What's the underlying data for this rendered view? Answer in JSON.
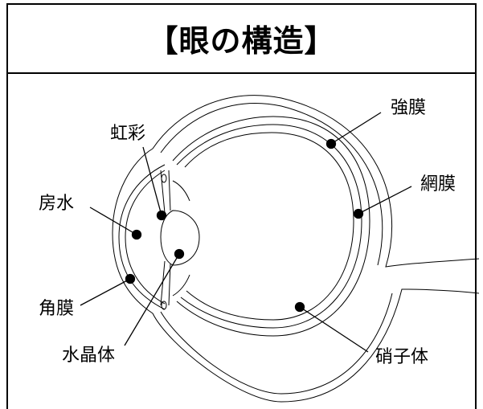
{
  "title": "【眼の構造】",
  "labels": {
    "sclera": "強膜",
    "iris": "虹彩",
    "retina": "網膜",
    "aqueous": "房水",
    "cornea": "角膜",
    "lens": "水晶体",
    "vitreous": "硝子体"
  },
  "colors": {
    "line": "#000000",
    "background": "#ffffff"
  }
}
